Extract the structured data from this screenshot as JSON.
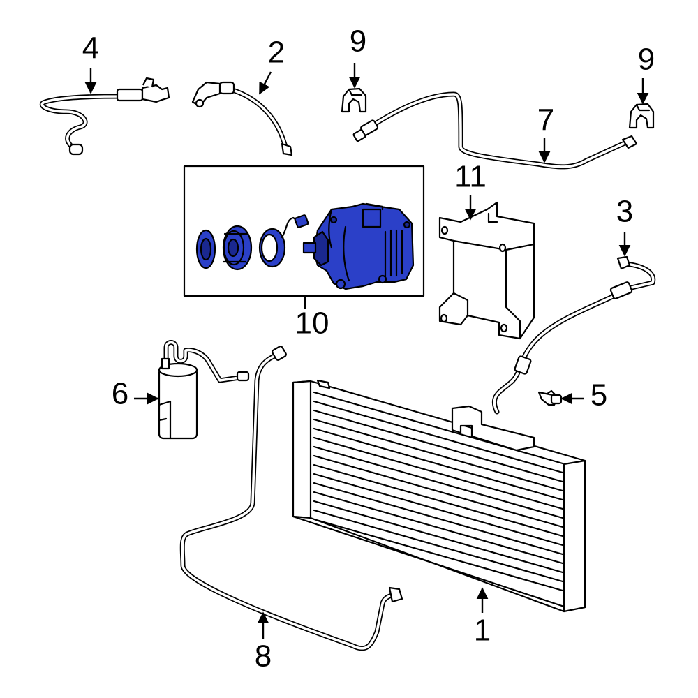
{
  "colors": {
    "highlight": "#2b40c8",
    "highlight_dark": "#1a2890",
    "line": "#000000",
    "background": "#ffffff"
  },
  "callouts": [
    {
      "id": "1",
      "label": "1"
    },
    {
      "id": "2",
      "label": "2"
    },
    {
      "id": "3",
      "label": "3"
    },
    {
      "id": "4",
      "label": "4"
    },
    {
      "id": "5",
      "label": "5"
    },
    {
      "id": "6",
      "label": "6"
    },
    {
      "id": "7",
      "label": "7"
    },
    {
      "id": "8",
      "label": "8"
    },
    {
      "id": "9a",
      "label": "9"
    },
    {
      "id": "9b",
      "label": "9"
    },
    {
      "id": "10",
      "label": "10"
    },
    {
      "id": "11",
      "label": "11"
    }
  ]
}
